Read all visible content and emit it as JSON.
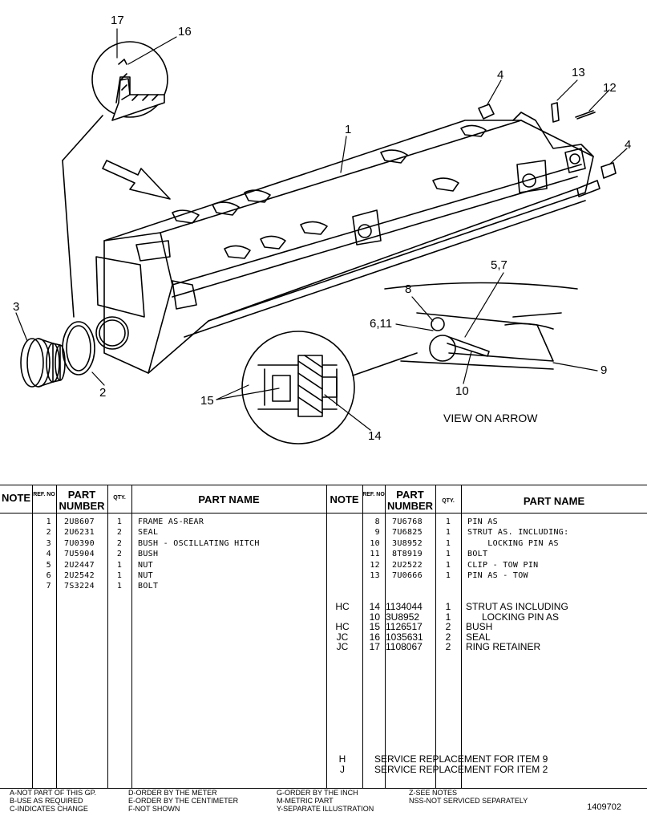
{
  "callouts": {
    "c1": "1",
    "c2": "2",
    "c3": "3",
    "c4a": "4",
    "c4b": "4",
    "c57": "5,7",
    "c611": "6,11",
    "c8": "8",
    "c9": "9",
    "c10": "10",
    "c12": "12",
    "c13": "13",
    "c14": "14",
    "c15": "15",
    "c16": "16",
    "c17": "17"
  },
  "view_caption": "VIEW ON ARROW",
  "table": {
    "headers": {
      "note": "NOTE",
      "ref": "REF. NO",
      "part_number": "PART NUMBER",
      "qty": "QTY.",
      "part_name": "PART NAME"
    },
    "left_rows": [
      {
        "ref": "1",
        "pn": "2U8607",
        "qty": "1",
        "name": "FRAME AS-REAR"
      },
      {
        "ref": "2",
        "pn": "2U6231",
        "qty": "2",
        "name": "SEAL"
      },
      {
        "ref": "3",
        "pn": "7U0390",
        "qty": "2",
        "name": "BUSH - OSCILLATING HITCH"
      },
      {
        "ref": "4",
        "pn": "7U5904",
        "qty": "2",
        "name": "BUSH"
      },
      {
        "ref": "5",
        "pn": "2U2447",
        "qty": "1",
        "name": "NUT"
      },
      {
        "ref": "6",
        "pn": "2U2542",
        "qty": "1",
        "name": "NUT"
      },
      {
        "ref": "7",
        "pn": "7S3224",
        "qty": "1",
        "name": "BOLT"
      }
    ],
    "right_rows_mono": [
      {
        "ref": "8",
        "pn": "7U6768",
        "qty": "1",
        "name": "PIN AS"
      },
      {
        "ref": "9",
        "pn": "7U6825",
        "qty": "1",
        "name": "STRUT AS. INCLUDING:"
      },
      {
        "ref": "10",
        "pn": "3U8952",
        "qty": "1",
        "name": "    LOCKING PIN AS"
      },
      {
        "ref": "11",
        "pn": "8T8919",
        "qty": "1",
        "name": "BOLT"
      },
      {
        "ref": "12",
        "pn": "2U2522",
        "qty": "1",
        "name": "CLIP - TOW PIN"
      },
      {
        "ref": "13",
        "pn": "7U0666",
        "qty": "1",
        "name": "PIN AS - TOW"
      }
    ],
    "right_rows_sans": [
      {
        "note": "HC",
        "ref": "14",
        "pn": "1134044",
        "qty": "1",
        "name": "STRUT AS INCLUDING"
      },
      {
        "note": "",
        "ref": "10",
        "pn": "3U8952",
        "qty": "1",
        "name": "      LOCKING PIN AS"
      },
      {
        "note": "HC",
        "ref": "15",
        "pn": "1126517",
        "qty": "2",
        "name": "BUSH"
      },
      {
        "note": "JC",
        "ref": "16",
        "pn": "1035631",
        "qty": "2",
        "name": "SEAL"
      },
      {
        "note": "JC",
        "ref": "17",
        "pn": "1108067",
        "qty": "2",
        "name": "RING RETAINER"
      }
    ],
    "notes_footer": [
      {
        "note": "H",
        "text": "SERVICE REPLACEMENT FOR ITEM 9"
      },
      {
        "note": "J",
        "text": "SERVICE REPLACEMENT FOR ITEM 2"
      }
    ]
  },
  "legend": {
    "a": "A-NOT PART OF THIS GP.",
    "b": "B-USE AS REQUIRED",
    "c": "C-INDICATES CHANGE",
    "d": "D-ORDER BY THE METER",
    "e": "E-ORDER BY THE CENTIMETER",
    "f": "F-NOT SHOWN",
    "g": "G-ORDER BY THE INCH",
    "m": "M-METRIC PART",
    "y": "Y-SEPARATE ILLUSTRATION",
    "z": "Z-SEE NOTES",
    "nss": "NSS-NOT SERVICED SEPARATELY",
    "illustration_no": "1409702"
  }
}
